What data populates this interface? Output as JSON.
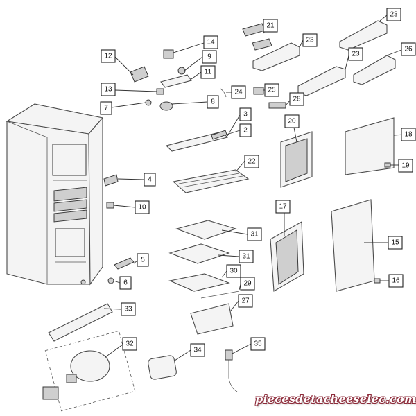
{
  "callouts": [
    "21",
    "23",
    "23",
    "23",
    "26",
    "14",
    "12",
    "9",
    "11",
    "13",
    "24",
    "25",
    "28",
    "7",
    "8",
    "3",
    "2",
    "20",
    "18",
    "19",
    "22",
    "4",
    "10",
    "17",
    "15",
    "31",
    "31",
    "5",
    "30",
    "6",
    "29",
    "16",
    "27",
    "33",
    "32",
    "34",
    "35"
  ],
  "watermark": "piecesdetacheeselec.com",
  "colors": {
    "line": "#333333",
    "part_fill": "#f4f4f4",
    "watermark_outline": "#8e2b3a"
  }
}
